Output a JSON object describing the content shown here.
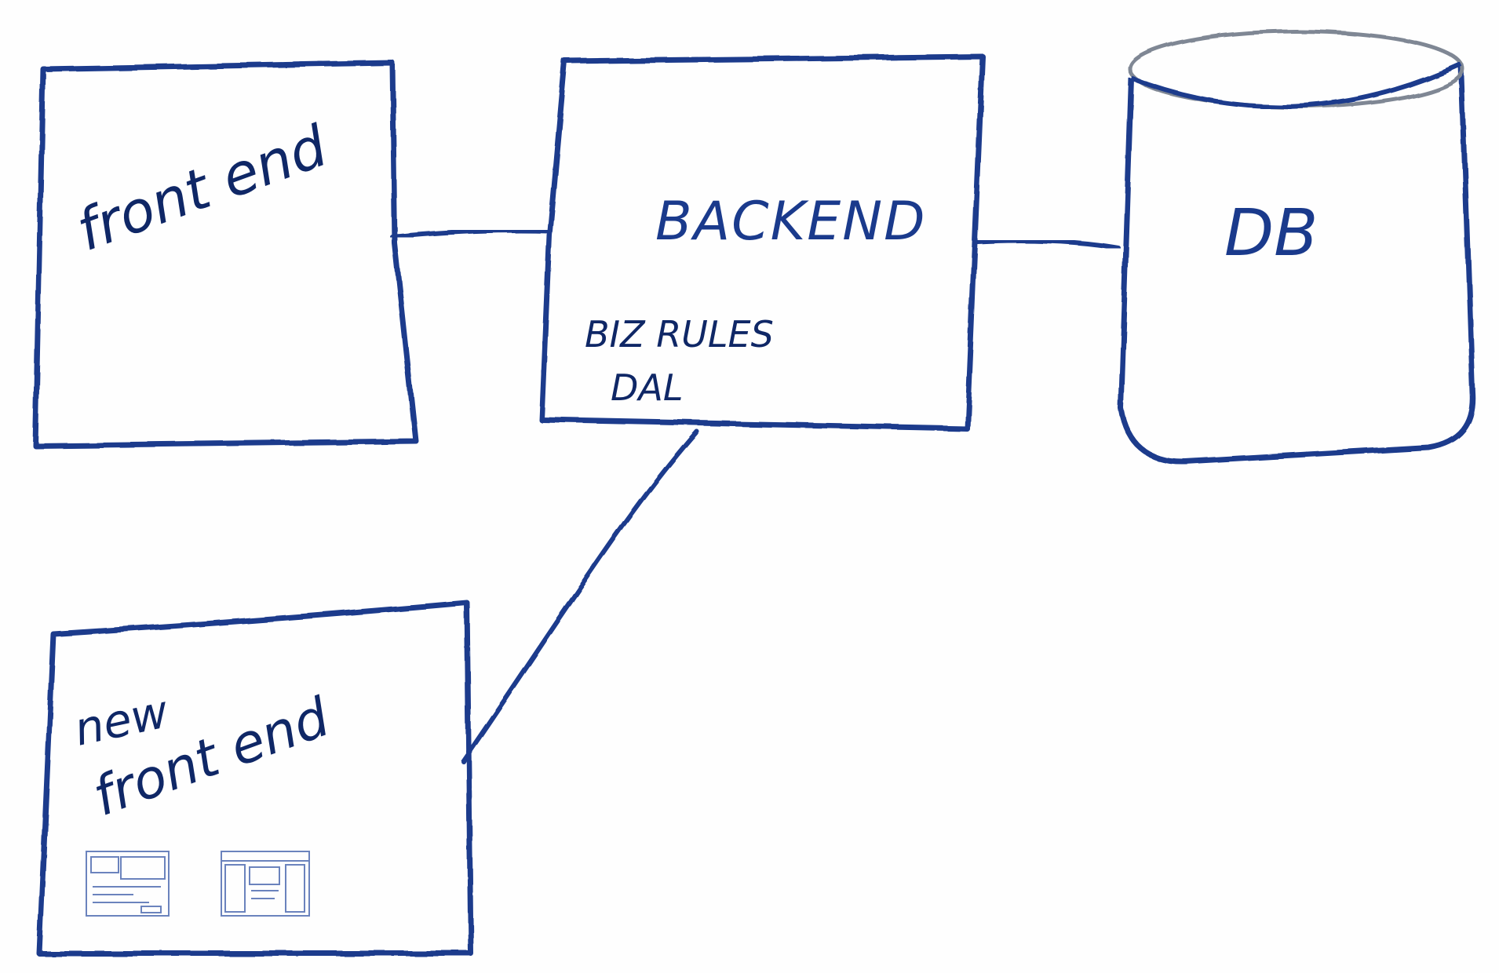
{
  "colors": {
    "ink": "#1a3a8c",
    "ink_dark": "#0f2766",
    "lid": "#7f8794",
    "background": "#fefefe"
  },
  "nodes": {
    "frontend": {
      "label": "front end"
    },
    "backend": {
      "label": "BACKEND",
      "notes": [
        "BIZ RULES",
        "DAL"
      ]
    },
    "db": {
      "label": "DB"
    },
    "new_frontend": {
      "label_line1": "new",
      "label_line2": "front end"
    }
  },
  "edges": [
    {
      "from": "frontend",
      "to": "backend"
    },
    {
      "from": "backend",
      "to": "db"
    },
    {
      "from": "backend",
      "to": "new_frontend"
    }
  ]
}
